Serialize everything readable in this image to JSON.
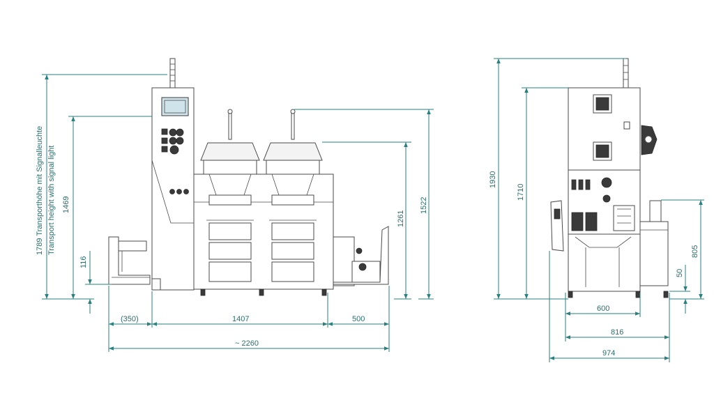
{
  "labels": {
    "transport_height_signal_de": "1789 Transporthöhe mit Signalleuchte",
    "transport_height_signal_en": "Transport height with signal light",
    "front_dims": {
      "h_1469": "1469",
      "h_116": "116",
      "h_1261": "1261",
      "h_1522": "1522",
      "w_350": "(350)",
      "w_1407": "1407",
      "w_500": "500",
      "w_2260": "~ 2260"
    },
    "side_dims": {
      "h_1930": "1930",
      "h_1710": "1710",
      "h_805": "805",
      "h_50": "50",
      "w_600": "600",
      "w_816": "816",
      "w_974": "974"
    }
  },
  "colors": {
    "dimension": "#2a7f7f",
    "machine_line": "#4a4a4a",
    "background": "#ffffff"
  }
}
